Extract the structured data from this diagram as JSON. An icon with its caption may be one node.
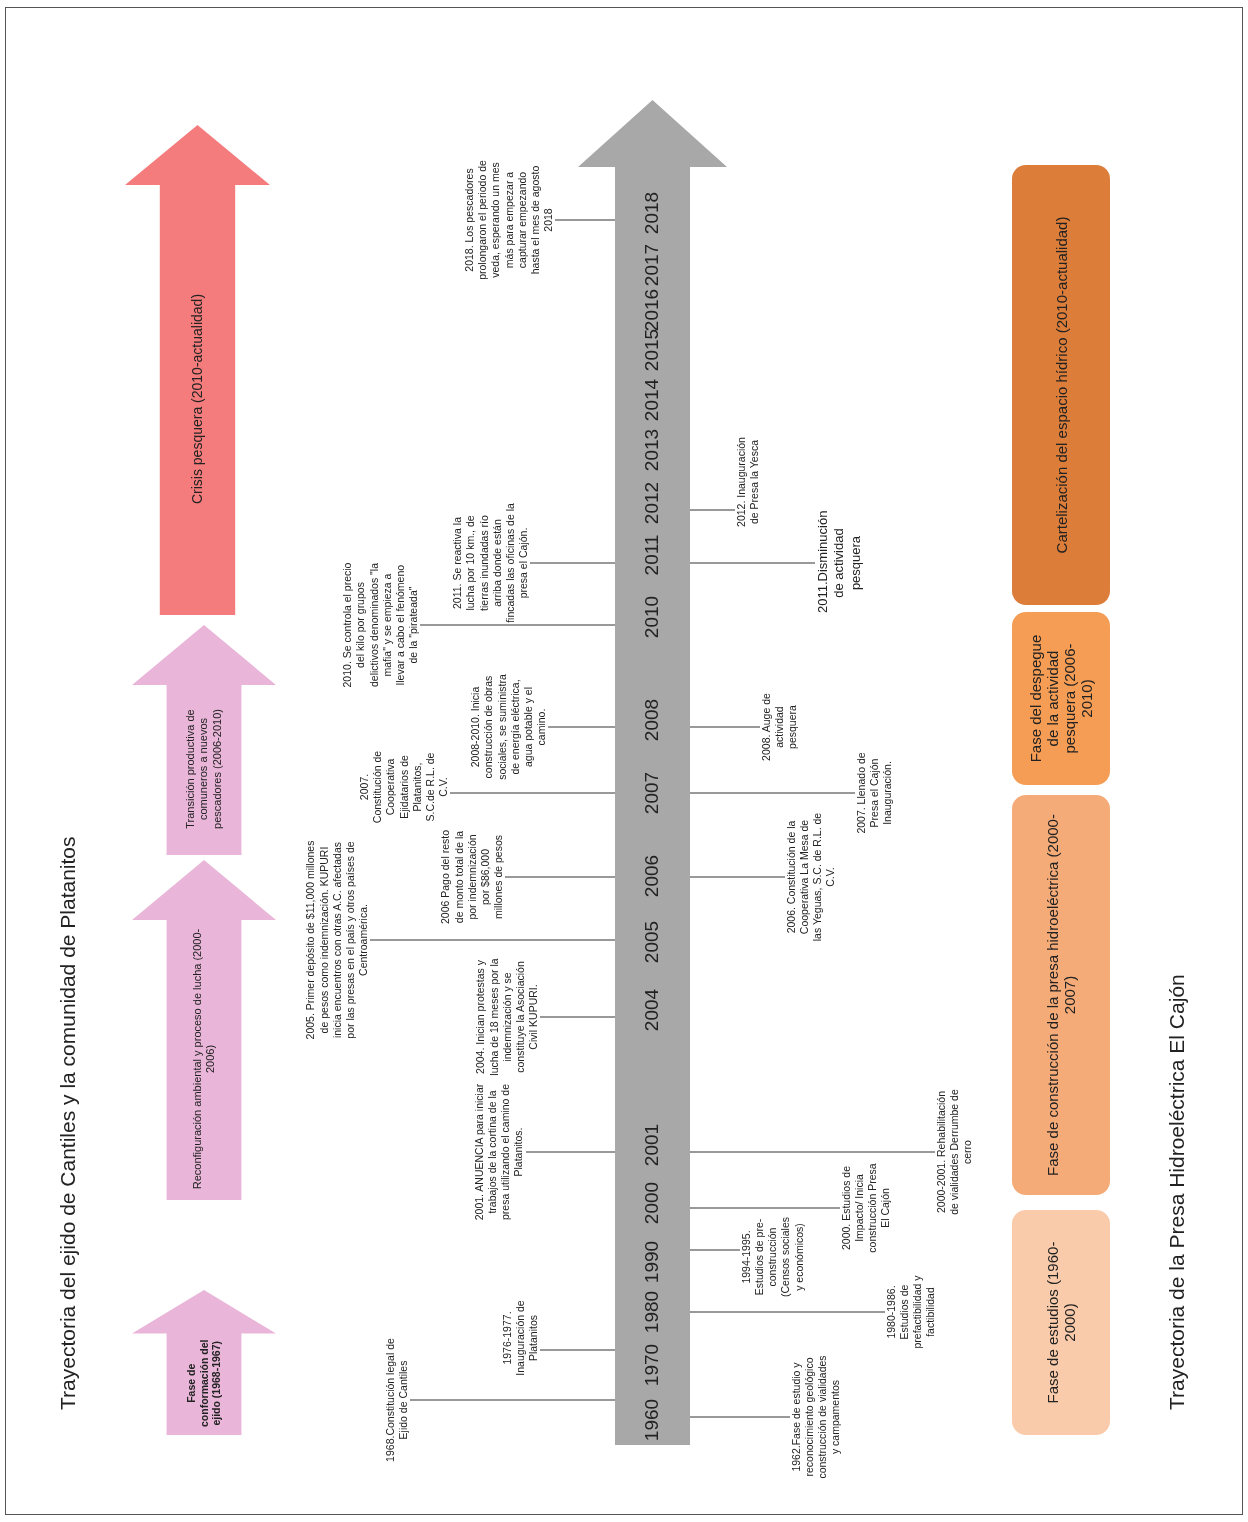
{
  "diagram": {
    "title": "Trayectoria del ejido de Cantiles y la comunidad de Platanitos",
    "caption": "Trayectoria de la Presa Hidroeléctrica El Cajón",
    "nodes": [
      {
        "text": [
          "Fase de conformación del ejido (1968-1967)"
        ]
      },
      {
        "text": [
          "Reconfiguración ambiental y proceso de lucha (2000-2006)"
        ]
      },
      {
        "text": [
          "Transición productiva de comuneros a nuevos pescadores (2006-2010)"
        ]
      },
      {
        "text": [
          "Crisis pesquera (2010-actualidad)"
        ]
      },
      {
        "text": [
          "1968.Constitución legal de Ejido de Cantiles"
        ]
      },
      {
        "text": [
          "1976-1977. Inauguración de Platanitos"
        ]
      },
      {
        "text": [
          "2001. ANUENCIA para iniciar trabajos de la cortina de la presa utilizando el camino de Platanitos."
        ]
      },
      {
        "text": [
          "2004. Inician protestas y lucha de 18 meses por la indemnización y se constituye la Asociación Civil KUPURI."
        ]
      },
      {
        "text": [
          "2005. Primer depósito de $11,000 millones de pesos como indemnización. KUPURI inicia encuentros con otras A.C. afectadas por las presas en el país y otros países de Centroamérica."
        ]
      },
      {
        "text": [
          "2006 Pago del resto de monto total de la por indemnización por $86,000 millones de pesos"
        ]
      },
      {
        "text": [
          "2007. Constitución de Cooperativa Ejidatarios de Platanitos, S.C.de R.L. de C.V."
        ]
      },
      {
        "text": [
          "2008-2010. Inicia construcción de obras sociales, se suministra de energía eléctrica, agua potable y el camino."
        ]
      },
      {
        "text": [
          "2010. Se controla el precio del kilo por grupos delictivos denominados \"la mafia\" y se empieza a llevar a cabo el fenómeno de la \"pirateada\""
        ]
      },
      {
        "text": [
          "2011. Se reactiva la lucha por 10 km., de tierras inundadas río arriba donde están fincadas las oficinas de la presa el Cajón."
        ]
      },
      {
        "text": [
          "2018. Los pescadores prolongaron el periodo de veda, esperando un mes más para empezar a capturar empezando hasta el mes de agosto 2018"
        ]
      },
      {
        "text": [],
        "shape": "arrow"
      },
      {
        "text": [
          "1962.Fase de estudio y reconocimiento geológico construcción de vialidades y campamentos"
        ]
      },
      {
        "text": [
          "1980-1986. Estudios de prefactibilidad y factibilidad"
        ]
      },
      {
        "text": [
          "1994-1995. Estudios de pre-construcción (Censos sociales y económicos)"
        ]
      },
      {
        "text": [
          "2000. Estudios de Impacto/ Inicia construcción Presa El Cajón"
        ]
      },
      {
        "text": [
          "2000-2001. Rehabilitación de vialidades Derrumbe de cerro"
        ]
      },
      {
        "text": [
          "2006. Constitución de la Cooperativa La Mesa de las Yeguas, S.C. de R.L. de C.V."
        ]
      },
      {
        "text": [
          "2007. Llenado de Presa el Cajón Inauguración."
        ]
      },
      {
        "text": [
          "2008. Auge de actividad pesquera"
        ]
      },
      {
        "text": [
          "2011.Disminución de actividad pesquera"
        ]
      },
      {
        "text": [
          "2012. Inauguración de Presa la Yesca"
        ]
      },
      {
        "text": [
          "Fase de estudios (1960-2000)"
        ]
      },
      {
        "text": [
          "Fase de construcción de la presa hidroeléctrica (2000-2007)"
        ]
      },
      {
        "text": [
          "Fase del despegue de la actividad pesquera (2006-2010)"
        ]
      },
      {
        "text": [
          "Cartelización del espacio hídrico (2010-actualidad)"
        ]
      }
    ],
    "edges": [
      {
        "from": 4,
        "to": 15,
        "arrow": "none"
      },
      {
        "from": 5,
        "to": 15,
        "arrow": "none"
      },
      {
        "from": 6,
        "to": 15,
        "arrow": "none"
      },
      {
        "from": 7,
        "to": 15,
        "arrow": "none"
      },
      {
        "from": 8,
        "to": 15,
        "arrow": "none"
      },
      {
        "from": 9,
        "to": 15,
        "arrow": "none"
      },
      {
        "from": 10,
        "to": 15,
        "arrow": "none"
      },
      {
        "from": 11,
        "to": 15,
        "arrow": "none"
      },
      {
        "from": 12,
        "to": 15,
        "arrow": "none"
      },
      {
        "from": 13,
        "to": 15,
        "arrow": "none"
      },
      {
        "from": 14,
        "to": 15,
        "arrow": "none"
      },
      {
        "from": 16,
        "to": 15,
        "arrow": "none"
      },
      {
        "from": 17,
        "to": 15,
        "arrow": "none"
      },
      {
        "from": 18,
        "to": 15,
        "arrow": "none"
      },
      {
        "from": 19,
        "to": 15,
        "arrow": "none"
      },
      {
        "from": 20,
        "to": 15,
        "arrow": "none"
      },
      {
        "from": 21,
        "to": 15,
        "arrow": "none"
      },
      {
        "from": 22,
        "to": 15,
        "arrow": "none"
      },
      {
        "from": 23,
        "to": 15,
        "arrow": "none"
      },
      {
        "from": 24,
        "to": 15,
        "arrow": "none"
      },
      {
        "from": 25,
        "to": 15,
        "arrow": "none"
      }
    ],
    "labels": [
      "1960",
      "1970",
      "1980",
      "1990",
      "2000",
      "2001",
      "2004",
      "2005",
      "2006",
      "2007",
      "2008",
      "2010",
      "2011",
      "2012",
      "2013",
      "2014",
      "2015",
      "2016",
      "2017",
      "2018"
    ]
  }
}
